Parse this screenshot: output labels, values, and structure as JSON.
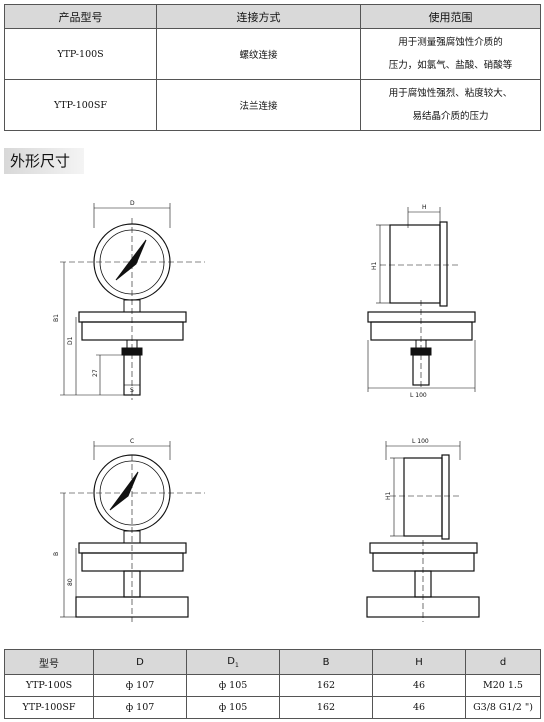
{
  "product_table": {
    "headers": [
      "产品型号",
      "连接方式",
      "使用范围"
    ],
    "rows": [
      {
        "model": "YTP-100S",
        "connection": "螺纹连接",
        "usage_line1": "用于测量强腐蚀性介质的",
        "usage_line2": "压力，如氯气、盐酸、硝酸等"
      },
      {
        "model": "YTP-100SF",
        "connection": "法兰连接",
        "usage_line1": "用于腐蚀性强烈、粘度较大、",
        "usage_line2": "易结晶介质的压力"
      }
    ]
  },
  "section_title": "外形尺寸",
  "drawing_labels": {
    "d": "D",
    "b1": "B1",
    "d1": "D1",
    "h27": "27",
    "s": "S",
    "h": "H",
    "h1": "H1",
    "l100": "L 100",
    "c": "C",
    "b": "B",
    "l100b": "L 100",
    "h1b": "H1",
    "h80": "80"
  },
  "dimension_table": {
    "headers": [
      "型号",
      "D",
      "D",
      "B",
      "H",
      "d"
    ],
    "d1_subscript": "1",
    "rows": [
      {
        "model": "YTP-100S",
        "D": "ф 107",
        "D1": "ф 105",
        "B": "162",
        "H": "46",
        "d": "M20 1.5"
      },
      {
        "model": "YTP-100SF",
        "D": "ф 107",
        "D1": "ф 105",
        "B": "162",
        "H": "46",
        "d": "G3/8 G1/2 \")"
      }
    ]
  }
}
